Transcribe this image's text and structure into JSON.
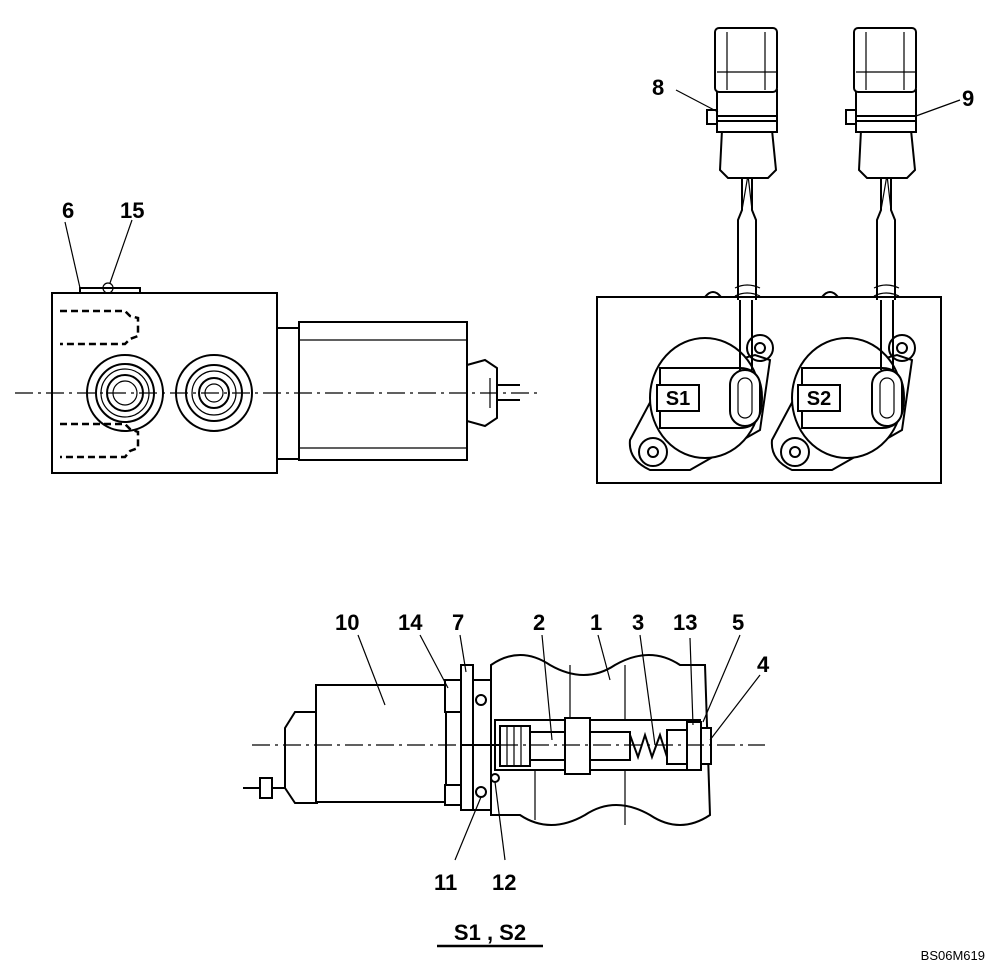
{
  "callouts": {
    "c6": "6",
    "c15": "15",
    "c8": "8",
    "c9": "9",
    "c10": "10",
    "c14": "14",
    "c7": "7",
    "c2": "2",
    "c1": "1",
    "c3": "3",
    "c13": "13",
    "c5": "5",
    "c4": "4",
    "c11": "11",
    "c12": "12"
  },
  "solenoid_tags": {
    "s1": "S1",
    "s2": "S2"
  },
  "caption": "S1 , S2",
  "drawing_ref": "BS06M619"
}
